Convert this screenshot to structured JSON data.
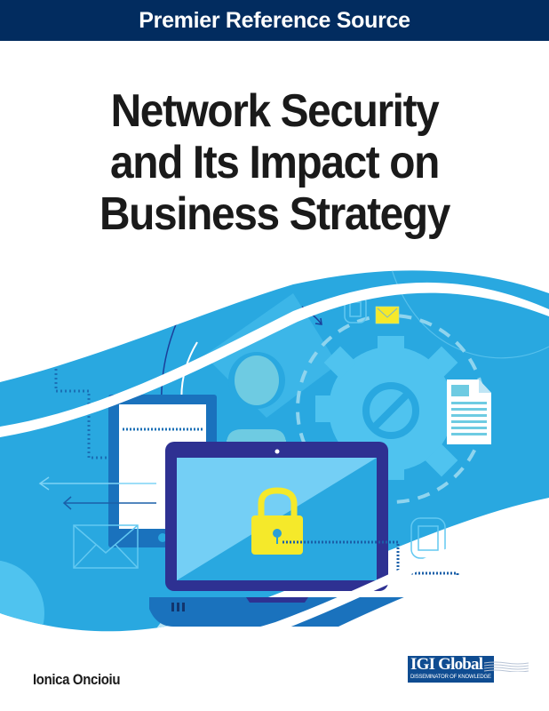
{
  "banner": {
    "text": "Premier Reference Source"
  },
  "book": {
    "title_lines": [
      "Network Security",
      "and Its Impact on",
      "Business Strategy"
    ],
    "author": "Ionica Oncioiu"
  },
  "publisher": {
    "name": "IGI Global",
    "tagline": "DISSEMINATOR OF KNOWLEDGE"
  },
  "illustration": {
    "icons": [
      "laptop-icon",
      "padlock-icon",
      "tablet-icon",
      "user-icon",
      "gear-icon",
      "prohibited-icon",
      "document-icon",
      "envelope-icon",
      "arrow-icon",
      "chip-icon"
    ],
    "colors": {
      "background_blue": "#29a8e0",
      "light_blue": "#4fc3ef",
      "laptop_frame": "#2e3192",
      "lock_yellow": "#f5e92a",
      "banner_navy": "#022c5f",
      "logo_blue": "#0f4c91"
    }
  }
}
